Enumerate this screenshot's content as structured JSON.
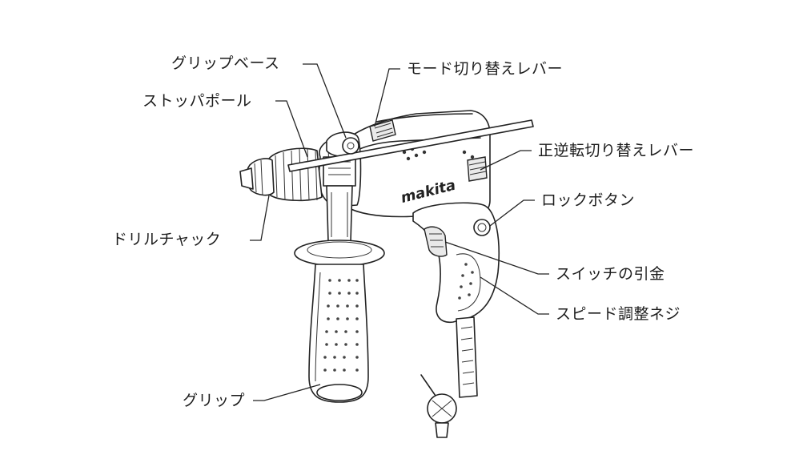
{
  "diagram": {
    "labels": {
      "grip_base": "グリップベース",
      "mode_lever": "モード切り替えレバー",
      "stopper_pole": "ストッパポール",
      "reverse_lever": "正逆転切り替えレバー",
      "lock_button": "ロックボタン",
      "drill_chuck": "ドリルチャック",
      "trigger": "スイッチの引金",
      "speed_screw": "スピード調整ネジ",
      "grip": "グリップ"
    },
    "brand": "makita"
  }
}
